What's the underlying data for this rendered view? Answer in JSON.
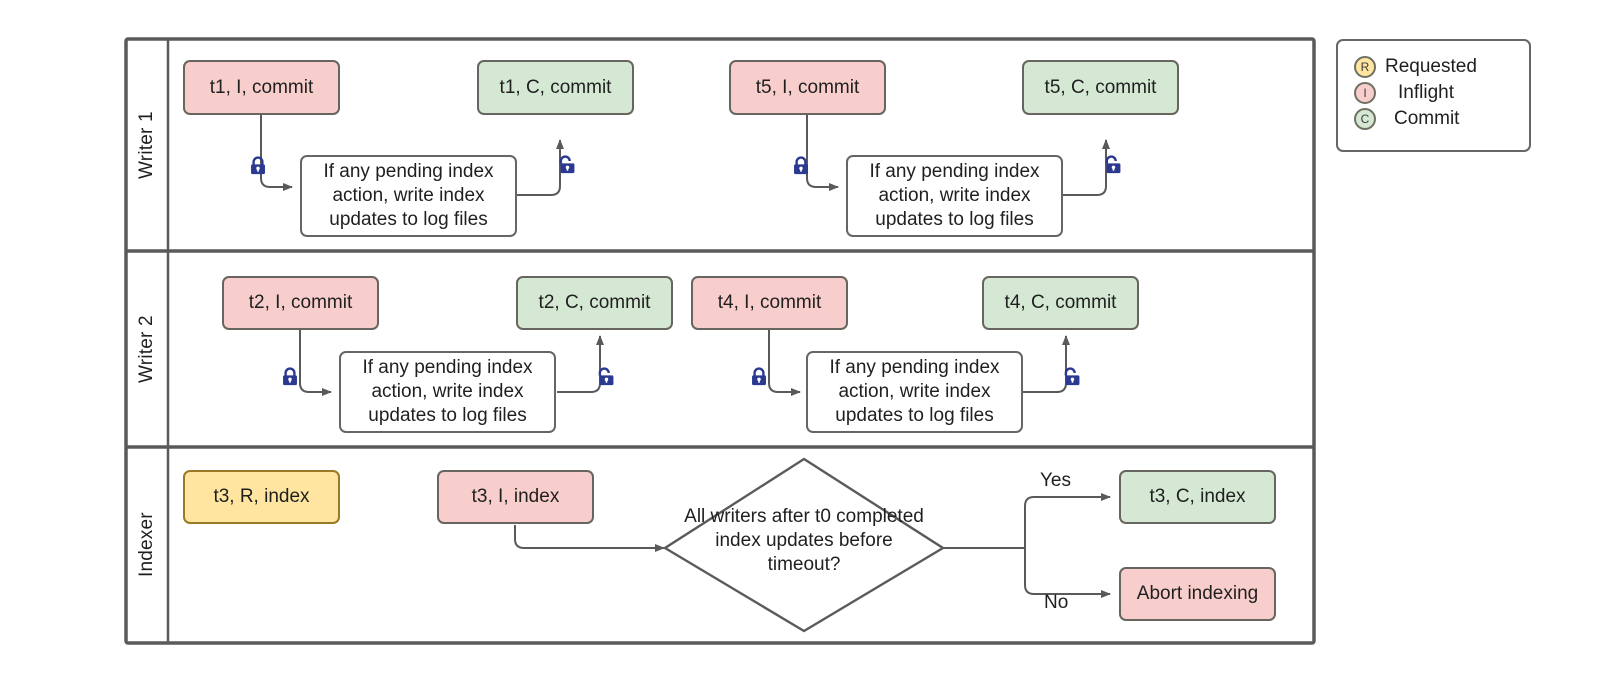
{
  "diagram": {
    "title": "Writer / Indexer commit and indexing swimlane flow",
    "colors": {
      "inflight": "#f8cecc",
      "commit": "#d5e8d4",
      "requested": "#ffe5a0",
      "process": "#ffffff",
      "stroke": "#666666",
      "lock": "#2b3990"
    },
    "lanes": [
      {
        "id": "writer1",
        "label": "Writer 1"
      },
      {
        "id": "writer2",
        "label": "Writer 2"
      },
      {
        "id": "indexer",
        "label": "Indexer"
      }
    ],
    "nodes": {
      "w1_t1_i": "t1, I, commit",
      "w1_t1_c": "t1, C, commit",
      "w1_t5_i": "t5, I, commit",
      "w1_t5_c": "t5, C, commit",
      "w1_proc_left": "If any pending index action, write index updates to log files",
      "w1_proc_right": "If any pending index action, write index updates to log files",
      "w2_t2_i": "t2, I, commit",
      "w2_t2_c": "t2, C, commit",
      "w2_t4_i": "t4, I, commit",
      "w2_t4_c": "t4, C, commit",
      "w2_proc_left": "If any pending index action, write index updates to log files",
      "w2_proc_right": "If any pending index action, write index updates to log files",
      "ix_t3_r": "t3, R, index",
      "ix_t3_i": "t3, I, index",
      "ix_decision": "All writers after t0 completed index updates before timeout?",
      "ix_t3_c": "t3, C, index",
      "ix_abort": "Abort indexing"
    },
    "edge_labels": {
      "yes": "Yes",
      "no": "No"
    },
    "locks": {
      "closed_name": "lock-closed-icon",
      "open_name": "lock-open-icon"
    },
    "legend": {
      "items": [
        {
          "badge": "R",
          "label": "Requested",
          "color": "#ffe5a0"
        },
        {
          "badge": "I",
          "label": "Inflight",
          "color": "#f8cecc"
        },
        {
          "badge": "C",
          "label": "Commit",
          "color": "#d5e8d4"
        }
      ]
    }
  }
}
